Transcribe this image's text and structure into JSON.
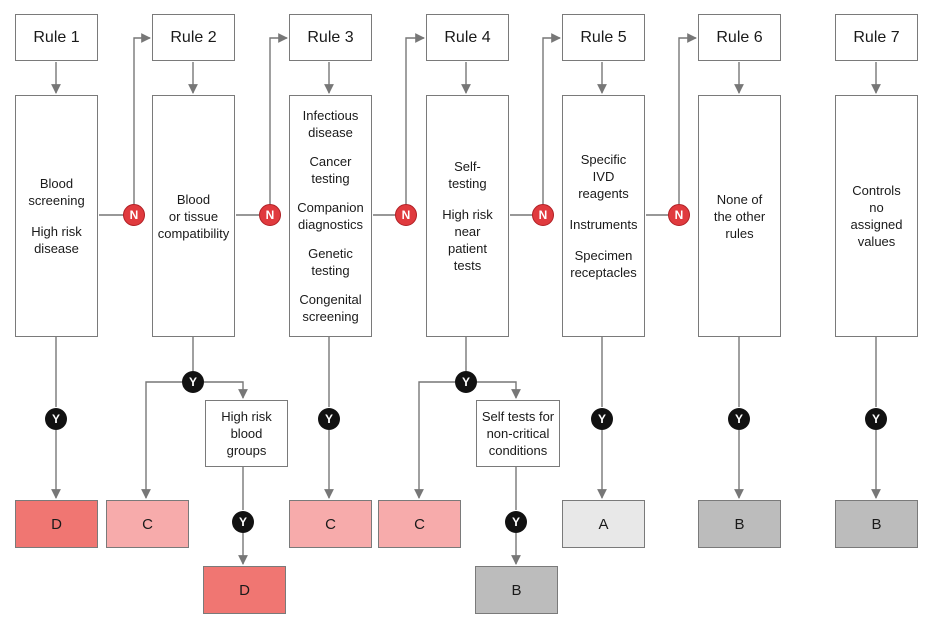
{
  "rules": [
    {
      "title": "Rule 1",
      "lines": [
        "Blood\nscreening",
        "High risk\ndisease"
      ]
    },
    {
      "title": "Rule 2",
      "lines": [
        "Blood\nor tissue\ncompatibility"
      ]
    },
    {
      "title": "Rule 3",
      "lines": [
        "Infectious\ndisease",
        "Cancer\ntesting",
        "Companion\ndiagnostics",
        "Genetic\ntesting",
        "Congenital\nscreening"
      ]
    },
    {
      "title": "Rule 4",
      "lines": [
        "Self-\ntesting",
        "High risk\nnear\npatient\ntests"
      ]
    },
    {
      "title": "Rule 5",
      "lines": [
        "Specific\nIVD\nreagents",
        "Instruments",
        "Specimen\nreceptacles"
      ]
    },
    {
      "title": "Rule 6",
      "lines": [
        "None of\nthe other\nrules"
      ]
    },
    {
      "title": "Rule 7",
      "lines": [
        "Controls\nno\nassigned\nvalues"
      ]
    }
  ],
  "sub_conditions": {
    "rule2": "High risk\nblood\ngroups",
    "rule4": "Self tests for\nnon-critical\nconditions"
  },
  "node_labels": {
    "no": "N",
    "yes": "Y"
  },
  "classes": {
    "r1": "D",
    "r2_c": "C",
    "r2_d": "D",
    "r3": "C",
    "r4_c": "C",
    "r4_b": "B",
    "r5": "A",
    "r6": "B",
    "r7": "B"
  },
  "colors": {
    "class_D": "#f07672",
    "class_C": "#f7abab",
    "class_B": "#bcbcbc",
    "class_A": "#e8e8e8",
    "node_no": "#e03a3e",
    "node_yes": "#111111",
    "line": "#777777"
  }
}
